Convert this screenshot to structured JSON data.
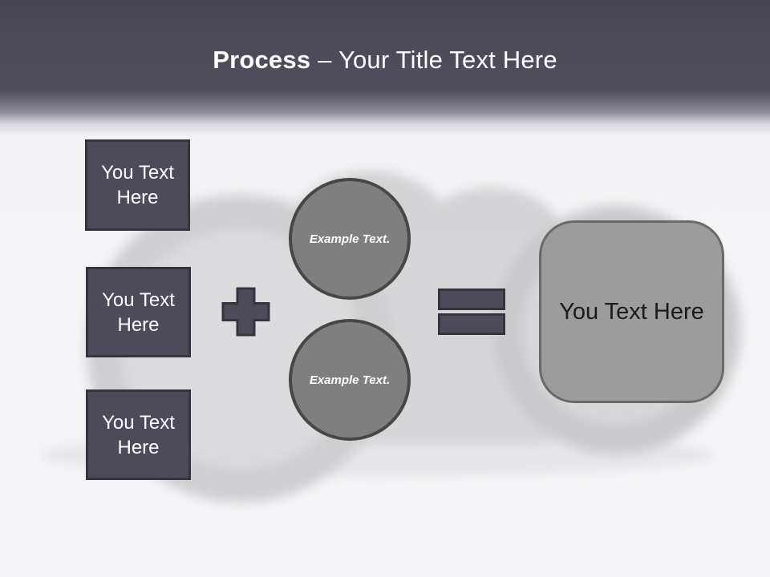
{
  "header": {
    "title_bold": "Process",
    "title_rest": "– Your Title Text Here"
  },
  "diagram": {
    "input_boxes": [
      {
        "label": "You Text Here"
      },
      {
        "label": "You Text Here"
      },
      {
        "label": "You Text Here"
      }
    ],
    "example_circles": [
      {
        "label": "Example Text."
      },
      {
        "label": "Example Text."
      }
    ],
    "result_box": {
      "label": "You Text Here"
    }
  },
  "icons": {
    "plus": "plus-operator",
    "equals": "equals-operator"
  },
  "colors": {
    "header_dark": "#4e4b58",
    "shape_fill": "#4e4b59",
    "shape_border": "#35333d",
    "circle_fill": "#7f7f7f",
    "circle_border": "#474747",
    "result_fill": "#9c9c9c",
    "result_border": "#696969",
    "title_text": "#ffffff",
    "result_text": "#1b1b1b",
    "background": "#f5f5f7",
    "photo_gray": "#d4d4d6"
  }
}
